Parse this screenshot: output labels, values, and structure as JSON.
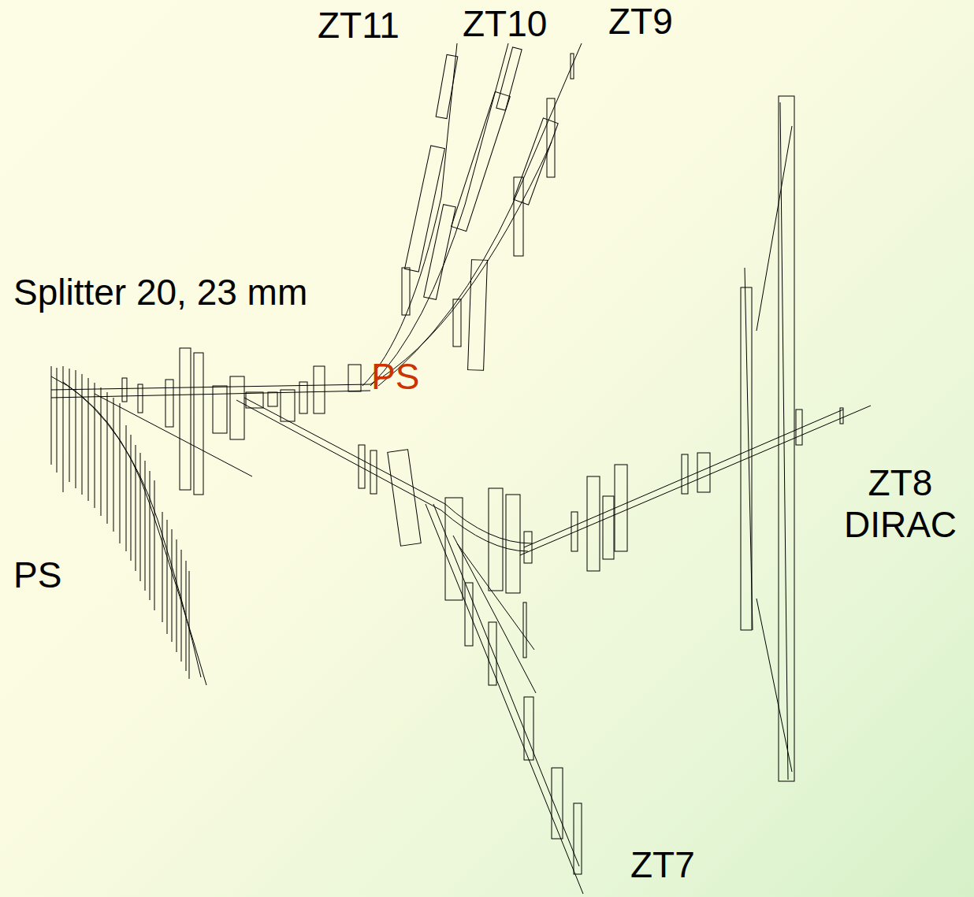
{
  "diagram": {
    "labels": [
      "ZT11",
      "ZT10",
      "ZT9",
      "Splitter 20, 23 mm",
      "PS",
      "PS",
      "ZT8 DIRAC",
      "ZT7"
    ]
  }
}
